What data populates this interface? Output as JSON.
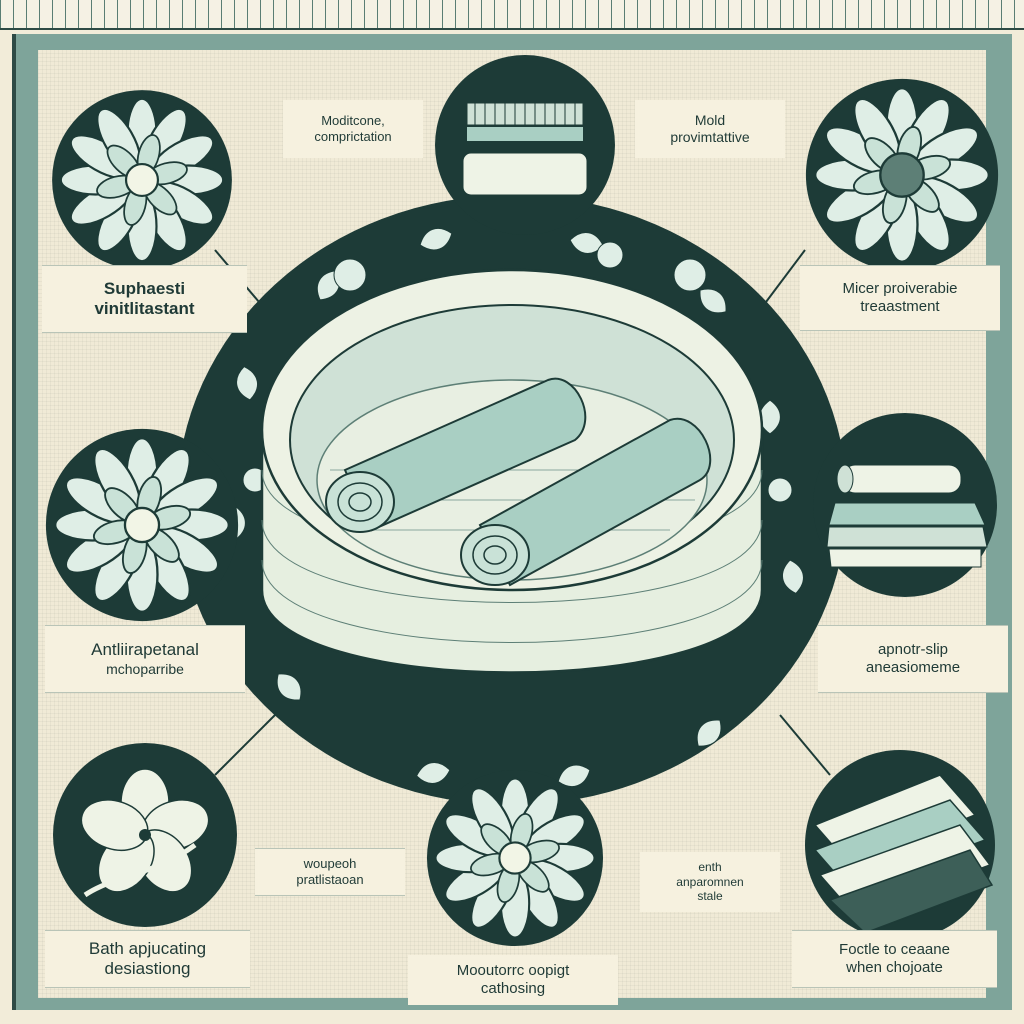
{
  "colors": {
    "dark": "#1d3b37",
    "teal": "#7ea49a",
    "cream": "#f2ecd9",
    "mint": "#a9cfc3",
    "ink": "#1f3a36"
  },
  "icons": {
    "top_left": "lotus-icon",
    "top_center": "bath-mat-icon",
    "top_right": "sunflower-icon",
    "mid_left": "lotus-icon",
    "mid_right": "towel-stack-icon",
    "bottom_left": "blossom-icon",
    "bottom_center": "lotus-icon",
    "bottom_right": "folded-towels-icon",
    "center": "bathtub-with-rolled-towels"
  },
  "labels": {
    "top_center_left": {
      "line1": "Moditcone,",
      "line2": "comprictation"
    },
    "top_center_right": {
      "line1": "Mold",
      "line2": "provimtattive"
    },
    "left_upper": {
      "line1": "Suphaesti",
      "line2": "vinitlitastant"
    },
    "right_upper": {
      "line1": "Micer proiverabie",
      "line2": "treaastment"
    },
    "left_middle": {
      "line1": "Antliirapetanal",
      "line2": "mchoparribe"
    },
    "right_middle": {
      "line1": "apnotr-slip",
      "line2": "aneasiomeme"
    },
    "bottom_left": {
      "line1": "Bath  apjucating",
      "line2": "desiastiong"
    },
    "bottom_center_left": {
      "line1": "woupeoh",
      "line2": "pratlistaoan"
    },
    "bottom_center_right": {
      "line1": "enth",
      "line2": "anparomnen",
      "line3": "stale"
    },
    "bottom_center": {
      "line1": "Mooutorrc oopigt",
      "line2": "cathosing"
    },
    "bottom_right": {
      "line1": "Foctle to ceaane",
      "line2": "when chojoate"
    }
  }
}
